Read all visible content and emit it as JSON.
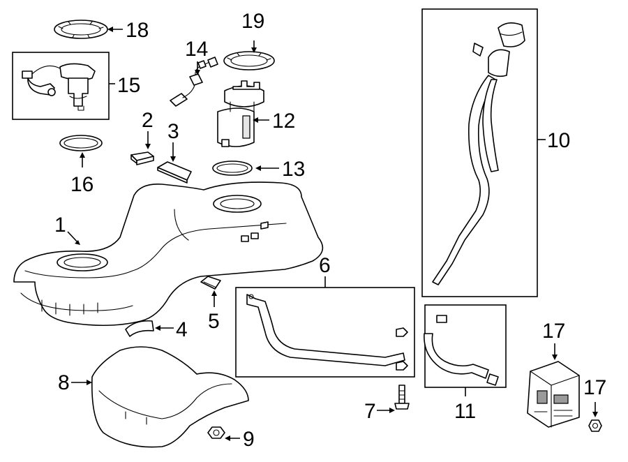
{
  "diagram": {
    "callouts": [
      {
        "id": "1",
        "label": "1"
      },
      {
        "id": "2",
        "label": "2"
      },
      {
        "id": "3",
        "label": "3"
      },
      {
        "id": "4",
        "label": "4"
      },
      {
        "id": "5",
        "label": "5"
      },
      {
        "id": "6",
        "label": "6"
      },
      {
        "id": "7",
        "label": "7"
      },
      {
        "id": "8",
        "label": "8"
      },
      {
        "id": "9",
        "label": "9"
      },
      {
        "id": "10",
        "label": "10"
      },
      {
        "id": "11",
        "label": "11"
      },
      {
        "id": "12",
        "label": "12"
      },
      {
        "id": "13",
        "label": "13"
      },
      {
        "id": "14",
        "label": "14"
      },
      {
        "id": "15",
        "label": "15"
      },
      {
        "id": "16",
        "label": "16"
      },
      {
        "id": "17a",
        "label": "17"
      },
      {
        "id": "17b",
        "label": "17"
      },
      {
        "id": "18",
        "label": "18"
      },
      {
        "id": "19",
        "label": "19"
      }
    ]
  }
}
